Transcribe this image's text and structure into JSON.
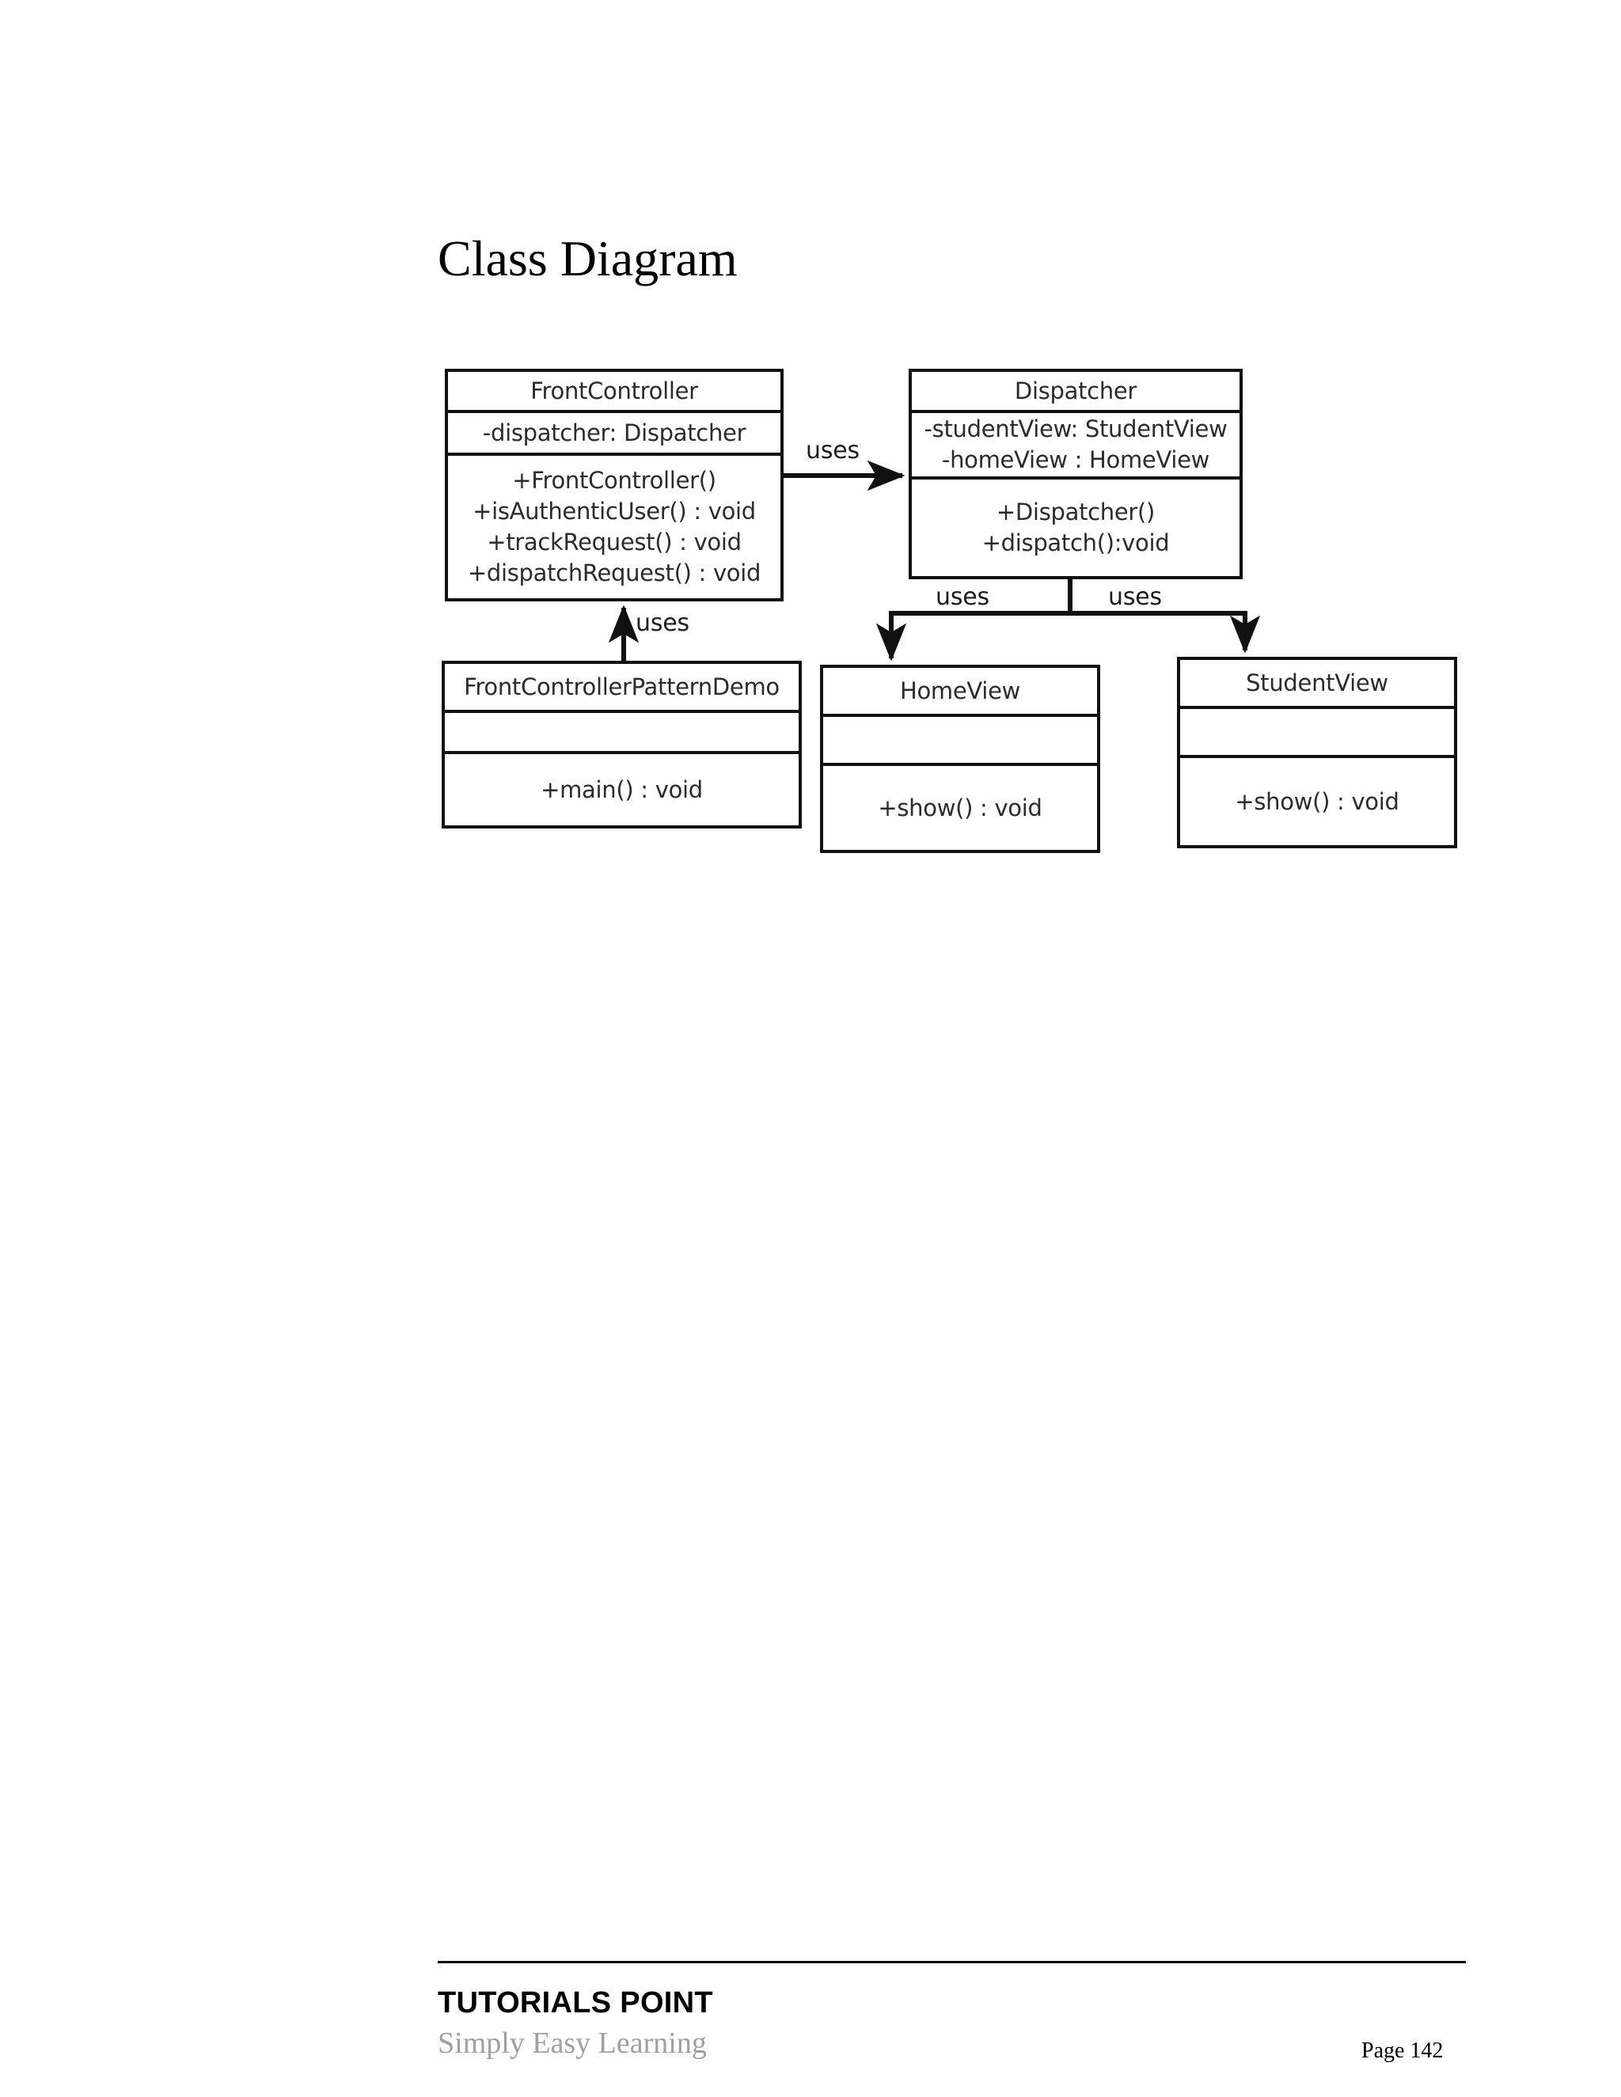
{
  "page": {
    "title": "Class Diagram"
  },
  "diagram": {
    "type": "uml-class-diagram",
    "classes": [
      {
        "id": "frontcontroller",
        "name": "FrontController",
        "attributes": [
          "-dispatcher: Dispatcher"
        ],
        "methods": [
          "+FrontController()",
          "+isAuthenticUser()  : void",
          "+trackRequest() : void",
          "+dispatchRequest()  : void"
        ]
      },
      {
        "id": "dispatcher",
        "name": "Dispatcher",
        "attributes": [
          "-studentView:  StudentView",
          "-homeView  : HomeView"
        ],
        "methods": [
          "+Dispatcher()",
          "+dispatch():void"
        ]
      },
      {
        "id": "demo",
        "name": "FrontControllerPatternDemo",
        "attributes": [],
        "methods": [
          "+main() : void"
        ]
      },
      {
        "id": "homeview",
        "name": "HomeView",
        "attributes": [],
        "methods": [
          "+show() : void"
        ]
      },
      {
        "id": "studentview",
        "name": "StudentView",
        "attributes": [],
        "methods": [
          "+show() : void"
        ]
      }
    ],
    "relations": [
      {
        "id": "fc-dispatcher",
        "from": "FrontController",
        "to": "Dispatcher",
        "label": "uses"
      },
      {
        "id": "demo-fc",
        "from": "FrontControllerPatternDemo",
        "to": "FrontController",
        "label": "uses"
      },
      {
        "id": "dispatcher-home",
        "from": "Dispatcher",
        "to": "HomeView",
        "label": "uses"
      },
      {
        "id": "dispatcher-student",
        "from": "Dispatcher",
        "to": "StudentView",
        "label": "uses"
      }
    ],
    "stroke_color": "#111111"
  },
  "footer": {
    "brand": "TUTORIALS POINT",
    "tagline": "Simply Easy Learning",
    "page": "Page 142"
  }
}
